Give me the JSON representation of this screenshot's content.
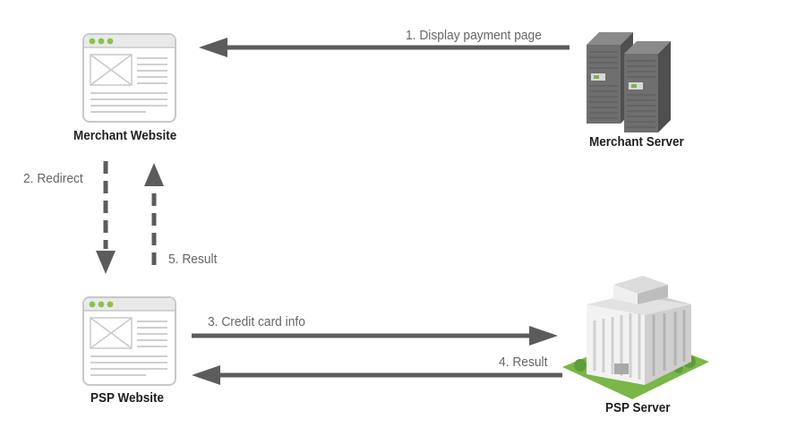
{
  "nodes": {
    "merchant_website": "Merchant Website",
    "merchant_server": "Merchant Server",
    "psp_website": "PSP Website",
    "psp_server": "PSP Server"
  },
  "steps": {
    "s1": "1. Display payment page",
    "s2": "2. Redirect",
    "s3": "3. Credit card info",
    "s4": "4. Result",
    "s5": "5. Result"
  },
  "colors": {
    "arrow": "#5c5c5c",
    "label": "#1f1f1f",
    "step_text": "#666666",
    "server_body": "#6f6f6f",
    "grass": "#7ab648",
    "browser_outline": "#c8c8c8"
  },
  "icons": {
    "merchant_website": "browser-window-icon",
    "psp_website": "browser-window-icon",
    "merchant_server": "server-tower-icon",
    "psp_server": "office-building-icon"
  }
}
